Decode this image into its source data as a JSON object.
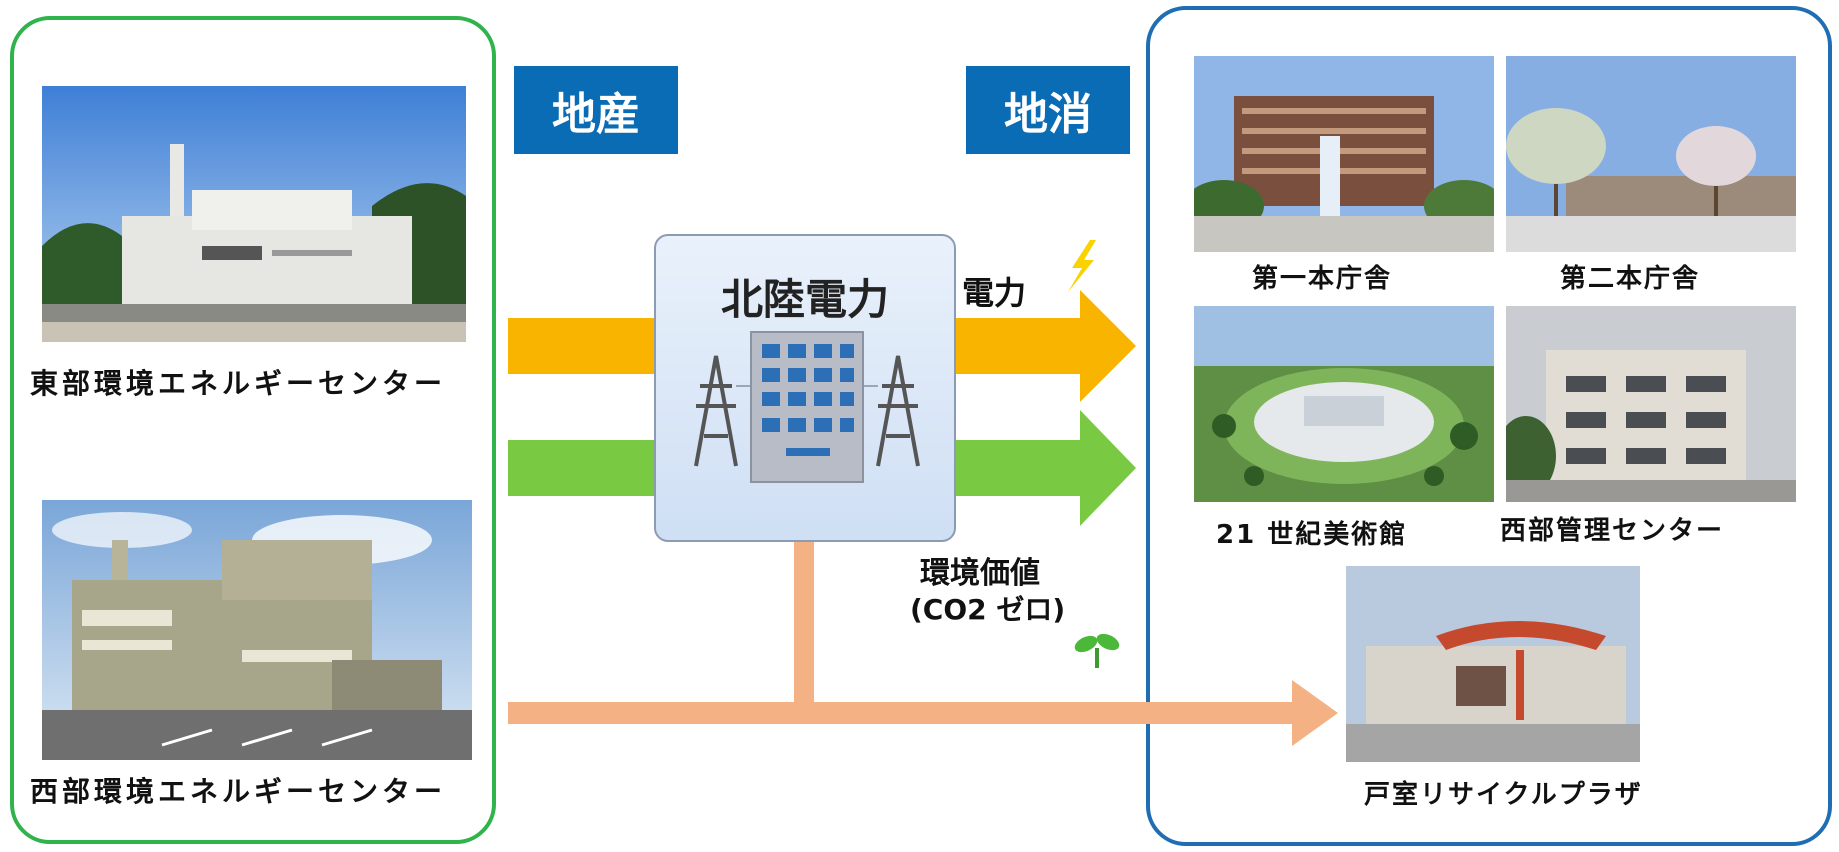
{
  "tags": {
    "production": "地産",
    "consumption": "地消"
  },
  "sources": [
    {
      "name": "東部環境エネルギーセンター"
    },
    {
      "name": "西部環境エネルギーセンター"
    }
  ],
  "utility": {
    "name": "北陸電力"
  },
  "flows": {
    "power": "電力",
    "env_value_line1": "環境価値",
    "env_value_line2": "(CO2 ゼロ)"
  },
  "destinations": [
    {
      "name": "第一本庁舎"
    },
    {
      "name": "第二本庁舎"
    },
    {
      "name": "21 世紀美術館"
    },
    {
      "name": "西部管理センター"
    },
    {
      "name": "戸室リサイクルプラザ"
    }
  ],
  "colors": {
    "green_border": "#2fb34a",
    "blue_border": "#1f6db3",
    "tag_blue": "#0a6cb5",
    "power_arrow": "#f9b400",
    "env_arrow": "#7ac943",
    "direct_arrow": "#f4b183"
  },
  "icons": [
    "lightning-icon",
    "sprout-icon",
    "power-tower-icon",
    "office-building-icon"
  ]
}
